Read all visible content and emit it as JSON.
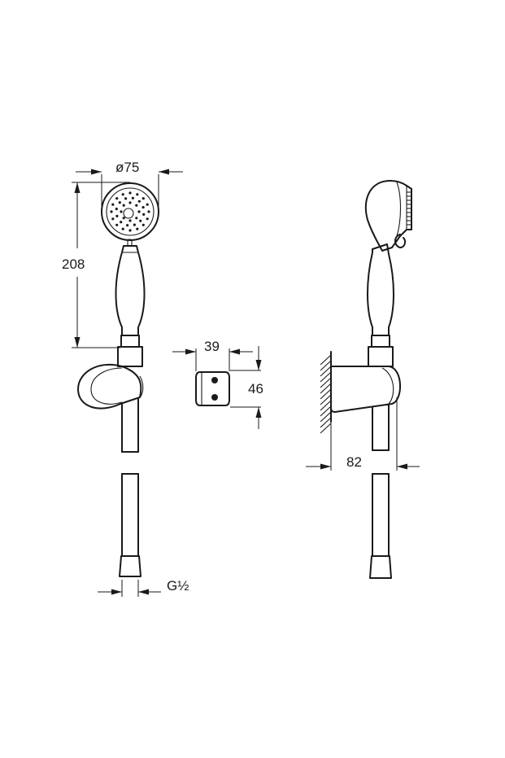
{
  "dimensions": {
    "head_diameter": "ø75",
    "handle_length": "208",
    "bracket_width": "39",
    "bracket_height": "46",
    "projection": "82",
    "thread": "G½"
  },
  "colors": {
    "line": "#1a1a1a",
    "background": "#ffffff"
  }
}
